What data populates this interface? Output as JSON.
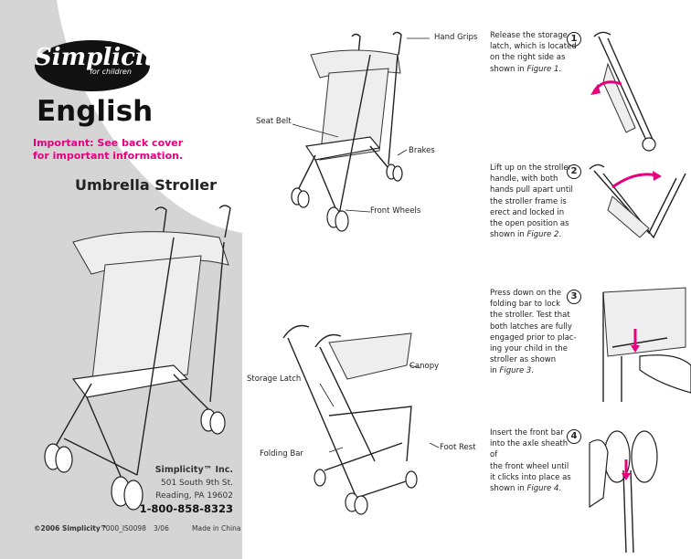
{
  "brand": {
    "logo_text": "Simplicity",
    "logo_sub": "for children"
  },
  "language": "English",
  "important": [
    "Important:  See back cover",
    "for important information."
  ],
  "product_title": "Umbrella Stroller",
  "address": {
    "company": "Simplicity™ Inc.",
    "street": "501 South 9th St.",
    "city": "Reading, PA 19602",
    "phone": "1-800-858-8323"
  },
  "footer": {
    "copyright": "©2006 Simplicity™",
    "code": "7000_IS0098",
    "date": "3/06",
    "origin": "Made in China"
  },
  "diagram1_labels": {
    "hand_grips": "Hand Grips",
    "seat_belt": "Seat Belt",
    "brakes": "Brakes",
    "front_wheels": "Front Wheels"
  },
  "diagram2_labels": {
    "canopy": "Canopy",
    "storage_latch": "Storage Latch",
    "folding_bar": "Folding Bar",
    "foot_rest": "Foot Rest"
  },
  "steps": [
    {
      "num": "1",
      "lines": [
        "Release the storage",
        "latch, which is located",
        "on the right side as"
      ],
      "tail": "shown in ",
      "figure": "Figure 1",
      "end": "."
    },
    {
      "num": "2",
      "lines": [
        "Lift up on the stroller",
        "handle, with both",
        "hands pull apart until",
        "the stroller frame is",
        "erect and locked in",
        "the open position as"
      ],
      "tail": "shown in ",
      "figure": "Figure 2",
      "end": "."
    },
    {
      "num": "3",
      "lines": [
        "Press down on the",
        "folding bar to lock",
        "the stroller. Test that",
        "both latches are fully",
        "engaged prior to plac-",
        "ing your child in the",
        "stroller as shown"
      ],
      "tail": "in ",
      "figure": "Figure 3",
      "end": "."
    },
    {
      "num": "4",
      "lines": [
        "Insert the front bar",
        "into the axle sheath of",
        "the front wheel until",
        "it clicks into place as"
      ],
      "tail": "shown in ",
      "figure": "Figure 4",
      "end": "."
    }
  ],
  "colors": {
    "accent": "#e6007e",
    "panel": "#d5d5d6"
  }
}
